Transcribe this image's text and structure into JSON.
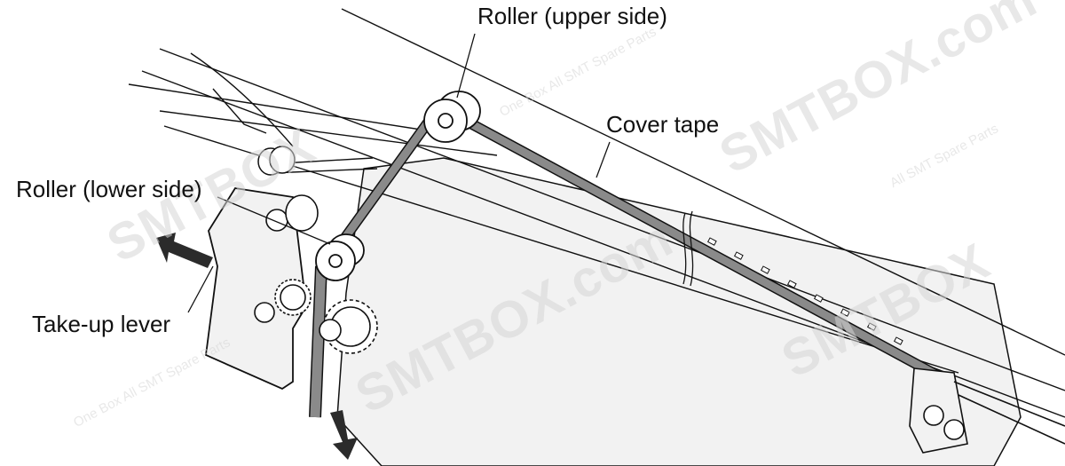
{
  "labels": {
    "roller_upper": "Roller (upper side)",
    "cover_tape": "Cover tape",
    "roller_lower": "Roller (lower side)",
    "take_up_lever": "Take-up lever"
  },
  "watermark": {
    "brand": "SMTBOX",
    "domain": ".com",
    "tagline_1": "One Box",
    "tagline_2": "All SMT Spare Parts"
  },
  "colors": {
    "line": "#111111",
    "tape": "#8a8a8a",
    "panel_fill": "#f2f2f2",
    "arrow": "#2b2b2b",
    "watermark": "#d6d6d6"
  }
}
